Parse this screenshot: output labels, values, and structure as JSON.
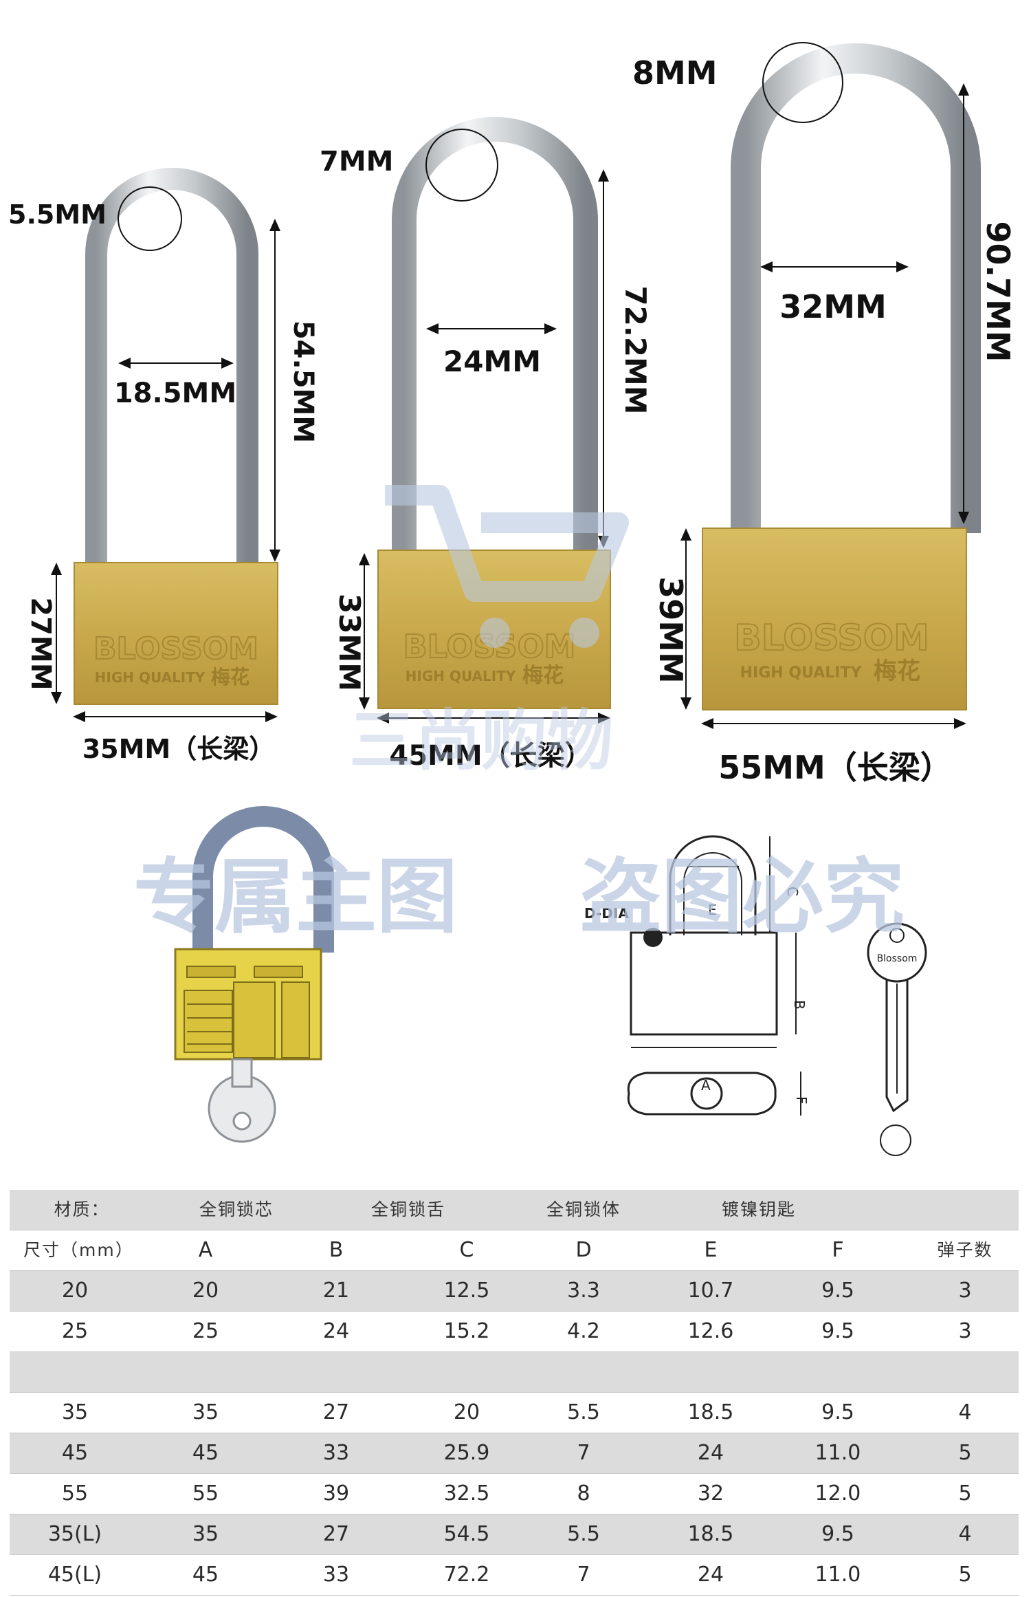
{
  "locks": [
    {
      "shackle_dia": "5.5MM",
      "inner_width": "18.5MM",
      "height": "54.5MM",
      "body_height": "27MM",
      "body_width": "35MM（长梁）"
    },
    {
      "shackle_dia": "7MM",
      "inner_width": "24MM",
      "height": "72.2MM",
      "body_height": "33MM",
      "body_width": "45MM（长梁）"
    },
    {
      "shackle_dia": "8MM",
      "inner_width": "32MM",
      "height": "90.7MM",
      "body_height": "39MM",
      "body_width": "55MM（长梁）"
    }
  ],
  "brand": {
    "name": "BLOSSOM",
    "tagline": "HIGH QUALITY",
    "cn_name": "梅花"
  },
  "watermarks": {
    "top": "三尚购物",
    "left": "专属主图",
    "right": "盗图必究"
  },
  "diagram": {
    "d_label": "D-DIA",
    "e": "E",
    "c": "C",
    "b": "B",
    "a": "A",
    "f": "F",
    "key_brand": "Blossom"
  },
  "colors": {
    "brass": "#c9a94c",
    "brass_dark": "#a98a33",
    "chrome": "#cfd3d6",
    "table_shade": "#dcdcdc",
    "watermark": "#b9c8e0"
  },
  "table": {
    "material_row": [
      "材质：",
      "全铜锁芯",
      "全铜锁舌",
      "全铜锁体",
      "镀镍钥匙"
    ],
    "headers": [
      "尺寸（mm）",
      "A",
      "B",
      "C",
      "D",
      "E",
      "F",
      "弹子数"
    ],
    "rows": [
      [
        "20",
        "20",
        "21",
        "12.5",
        "3.3",
        "10.7",
        "9.5",
        "3"
      ],
      [
        "25",
        "25",
        "24",
        "15.2",
        "4.2",
        "12.6",
        "9.5",
        "3"
      ],
      [
        "",
        "",
        "",
        "",
        "",
        "",
        "",
        ""
      ],
      [
        "35",
        "35",
        "27",
        "20",
        "5.5",
        "18.5",
        "9.5",
        "4"
      ],
      [
        "45",
        "45",
        "33",
        "25.9",
        "7",
        "24",
        "11.0",
        "5"
      ],
      [
        "55",
        "55",
        "39",
        "32.5",
        "8",
        "32",
        "12.0",
        "5"
      ],
      [
        "35(L)",
        "35",
        "27",
        "54.5",
        "5.5",
        "18.5",
        "9.5",
        "4"
      ],
      [
        "45(L)",
        "45",
        "33",
        "72.2",
        "7",
        "24",
        "11.0",
        "5"
      ]
    ]
  }
}
